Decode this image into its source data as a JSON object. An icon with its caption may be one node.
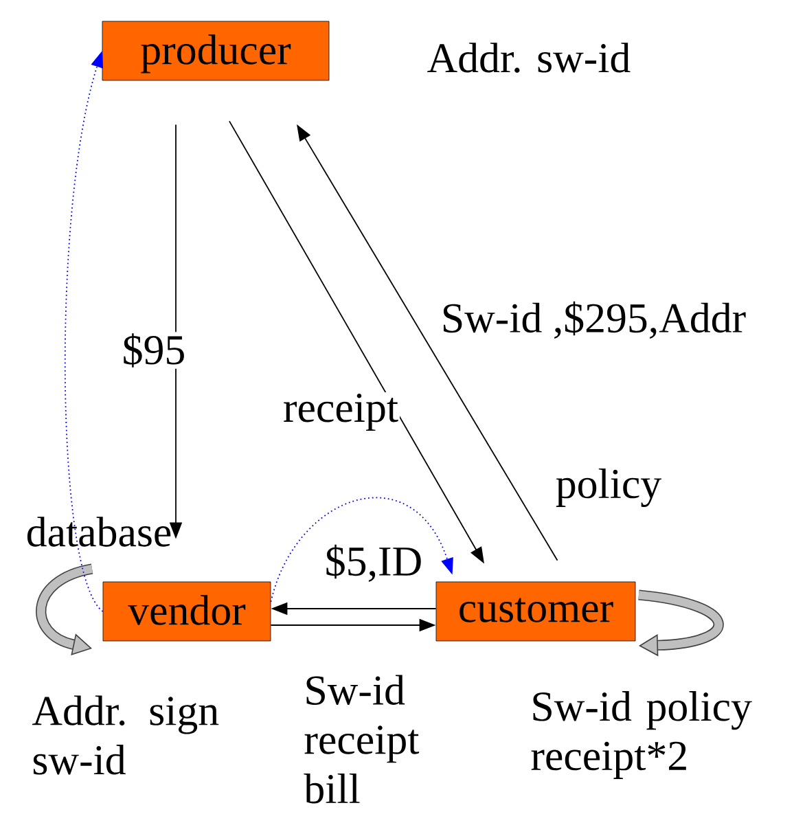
{
  "diagram": {
    "nodes": [
      {
        "text": [
          "producer"
        ],
        "beside": [
          "Addr. sw-id"
        ]
      },
      {
        "text": [
          "vendor"
        ],
        "beside": [
          "Addr. sign sw-id"
        ]
      },
      {
        "text": [
          "customer"
        ],
        "beside": [
          "Sw-id policy receipt*2"
        ]
      }
    ],
    "edges": [
      {
        "from": 0,
        "to": 1,
        "arrow": "to",
        "label": "$95"
      },
      {
        "from": 0,
        "to": 2,
        "arrow": "to",
        "label": "receipt"
      },
      {
        "from": 2,
        "to": 0,
        "arrow": "to",
        "label": "Sw-id ,$295,Addr"
      },
      {
        "from": 2,
        "to": 1,
        "arrow": "to",
        "label": "$5,ID"
      },
      {
        "from": 1,
        "to": 2,
        "arrow": "to"
      },
      {
        "from": 1,
        "to": 0,
        "arrow": "to",
        "style": "dashed",
        "color": "#0000ff"
      },
      {
        "from": 1,
        "to": 2,
        "arrow": "to",
        "style": "dashed",
        "color": "#0000ff"
      }
    ],
    "labels": [
      "database",
      "policy",
      "Sw-id receipt bill"
    ]
  }
}
